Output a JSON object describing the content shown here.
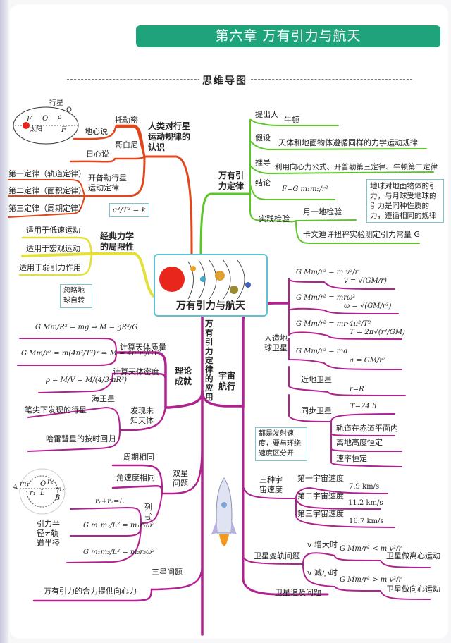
{
  "header": {
    "chapter_title": "第六章  万有引力与航天",
    "section_title": "思维导图"
  },
  "center": {
    "title": "万有引力与航天"
  },
  "colors": {
    "title_bar": "#1fa37a",
    "history": "#e0471c",
    "law": "#5cc52a",
    "limits": "#e4e03a",
    "application": "#b0228f",
    "note_border": "#7cc6d0"
  },
  "ellipse_diagram": {
    "planet": "行星",
    "sun": "太阳",
    "focus1": "F",
    "focus2": "F",
    "center": "O",
    "semi_axis": "a"
  },
  "history": {
    "title": "人类对行星运动规律的认识",
    "geocentric": "地心说",
    "ptolemy": "托勒密",
    "heliocentric": "日心说",
    "copernicus": "哥白尼",
    "kepler": "开普勒行星运动定律",
    "laws": [
      "第一定律（轨道定律）",
      "第二定律（面积定律）",
      "第三定律（周期定律）"
    ],
    "third_law_formula": "a³/T² = k"
  },
  "limits": {
    "title": "经典力学的局限性",
    "items": [
      "适用于低速运动",
      "适用于宏观运动",
      "适用于弱引力作用"
    ]
  },
  "law": {
    "title": "万有引力定律",
    "proposer_label": "提出人",
    "proposer": "牛顿",
    "hypothesis_label": "假设",
    "hypothesis": "天体和地面物体遵循同样的力学运动规律",
    "derivation_label": "推导",
    "derivation": "利用向心力公式、开普勒第三定律、牛顿第二定律",
    "conclusion_label": "结论",
    "conclusion": "F=G m₁m₂/r²",
    "verification_label": "实践检验",
    "verification_items": [
      "月一地检验",
      "卡文迪许扭秤实验测定引力常量 G"
    ],
    "note": "地球对地面物体的引力，与月球受地球的引力是同种性质的力，遵循相同的规律"
  },
  "application": {
    "title": "万有引力定律的应用",
    "theory": {
      "title": "理论成就",
      "ignore_rotation_note": "忽略地球自转",
      "mass": {
        "label": "计算天体质量",
        "formulas": [
          "G Mm/R² = mg ⇒ M = gR²/G",
          "G Mm/r² = m(4π²/T²)r ⇒ M = 4π²r³/GT²"
        ]
      },
      "density": {
        "label": "计算天体密度",
        "formula": "ρ = M/V = M/(4/3·πR³)"
      },
      "discovery": {
        "label": "发现未知天体",
        "neptune": "海王星",
        "neptune_desc": "笔尖下发现的行星",
        "halley": "哈雷彗星的按时回归"
      },
      "binary": {
        "label": "双星问题",
        "items": [
          "周期相同",
          "角速度相同"
        ],
        "equations_label": "列式",
        "r_sum": "r₁+r₂=L",
        "eq1": "G m₁m₂/L² = m₁r₁ω²",
        "eq2": "G m₁m₂/L² = m₂r₂ω²",
        "radius_note": "引力半径≠轨道半径",
        "diagram_labels": {
          "A": "A",
          "m1": "m₁",
          "O": "O",
          "r1": "r₁",
          "r2": "r₂",
          "L": "L",
          "m2": "m₂",
          "B": "B"
        }
      },
      "triple": {
        "label": "三星问题",
        "desc": "万有引力的合力提供向心力"
      }
    },
    "space": {
      "title": "宇宙航行",
      "satellite": {
        "label": "人造地球卫星",
        "pairs": [
          {
            "eq": "G Mm/r² = m v²/r",
            "res": "v = √(GM/r)"
          },
          {
            "eq": "G Mm/r² = mrω²",
            "res": "ω = √(GM/r³)"
          },
          {
            "eq": "G Mm/r² = mr·4π²/T²",
            "res": "T = 2π√(r³/GM)"
          },
          {
            "eq": "G Mm/r² = ma",
            "res": "a = GM/r²"
          }
        ],
        "near_earth": "近地卫星",
        "near_earth_value": "r=R",
        "geostationary": "同步卫星",
        "geo_items": [
          "T=24 h",
          "轨道在赤道平面内",
          "离地高度恒定",
          "速率恒定"
        ]
      },
      "launch_note": "都是发射速度，要与环绕速度区分开",
      "cosmic": {
        "label": "三种宇宙速度",
        "items": [
          {
            "name": "第一宇宙速度",
            "value": "7.9 km/s"
          },
          {
            "name": "第二宇宙速度",
            "value": "11.2 km/s"
          },
          {
            "name": "第三宇宙速度",
            "value": "16.7 km/s"
          }
        ]
      },
      "orbit_change": {
        "label": "卫星变轨问题",
        "increase": "v 增大时",
        "increase_eq": "G Mm/r² < m v²/r",
        "increase_res": "卫星做离心运动",
        "decrease": "v 减小时",
        "decrease_eq": "G Mm/r² > m v²/r",
        "decrease_res": "卫星做向心运动"
      },
      "chase": "卫星追及问题"
    }
  }
}
